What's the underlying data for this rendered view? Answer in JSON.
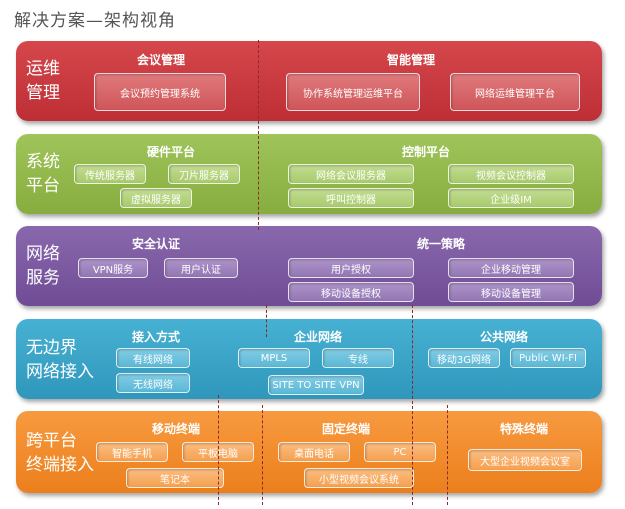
{
  "title": "解决方案—架构视角",
  "bands": {
    "ops": {
      "label": "运维\n管理",
      "sections": {
        "meeting": "会议管理",
        "smart": "智能管理"
      },
      "boxes": [
        "会议预约管理系统",
        "协作系统管理运维平台",
        "网络运维管理平台"
      ]
    },
    "sys": {
      "label": "系统\n平台",
      "sections": {
        "hardware": "硬件平台",
        "control": "控制平台"
      },
      "boxes": [
        "传统服务器",
        "刀片服务器",
        "虚拟服务器",
        "网络会议服务器",
        "视频会议控制器",
        "呼叫控制器",
        "企业级IM"
      ]
    },
    "net": {
      "label": "网络\n服务",
      "sections": {
        "auth": "安全认证",
        "policy": "统一策略"
      },
      "boxes": [
        "VPN服务",
        "用户认证",
        "用户授权",
        "企业移动管理",
        "移动设备授权",
        "移动设备管理"
      ]
    },
    "bnd": {
      "label": "无边界\n网络接入",
      "sections": {
        "access": "接入方式",
        "enterprise": "企业网络",
        "public": "公共网络"
      },
      "boxes": [
        "有线网络",
        "无线网络",
        "MPLS",
        "专线",
        "SITE TO SITE VPN",
        "移动3G网络",
        "Public WI-FI"
      ]
    },
    "trm": {
      "label": "跨平台\n终端接入",
      "sections": {
        "mobile": "移动终端",
        "fixed": "固定终端",
        "special": "特殊终端"
      },
      "boxes": [
        "智能手机",
        "平板电脑",
        "笔记本",
        "桌面电话",
        "PC",
        "小型视频会议系统",
        "大型企业视频会议室"
      ]
    }
  }
}
